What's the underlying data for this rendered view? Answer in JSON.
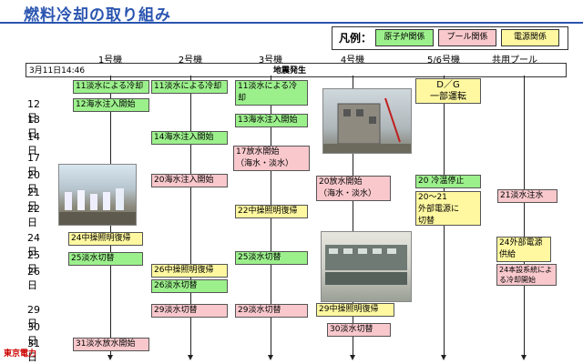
{
  "title": "燃料冷却の取り組み",
  "legend": {
    "label": "凡例：",
    "items": [
      {
        "label": "原子炉関係",
        "color": "#9cf08c"
      },
      {
        "label": "プール関係",
        "color": "#f8c8cc"
      },
      {
        "label": "電源関係",
        "color": "#fff8a0"
      }
    ]
  },
  "columns": [
    "1号機",
    "2号機",
    "3号機",
    "4号機",
    "5/6号機",
    "共用プール"
  ],
  "start_date": "3月11日14:46",
  "quake": "地震発生",
  "days": [
    "12日",
    "13日",
    "14日",
    "17日",
    "20日",
    "21日",
    "22日",
    "24日",
    "25日",
    "26日",
    "29日",
    "30日",
    "31日"
  ],
  "events": {
    "u1_1": "11淡水による冷却",
    "u1_2": "12海水注入開始",
    "u1_3": "24中操照明復帰",
    "u1_4": "25淡水切替",
    "u1_5": "31淡水放水開始",
    "u2_1": "11淡水による冷却",
    "u2_2": "14海水注入開始",
    "u2_3": "20海水注入開始",
    "u2_4": "26中操照明復帰",
    "u2_5": "26淡水切替",
    "u2_6": "29淡水切替",
    "u3_1": "11淡水による冷却",
    "u3_2": "13海水注入開始",
    "u3_3": "17放水開始\n（海水・淡水）",
    "u3_4": "22中操照明復帰",
    "u3_5": "25淡水切替",
    "u3_6": "29淡水切替",
    "u4_1": "20放水開始\n（海水・淡水）",
    "u4_2": "29中操照明復帰",
    "u4_3": "30淡水切替",
    "u56_1": "D／G\n一部運転",
    "u56_2": "20 冷温停止",
    "u56_3": "20～21\n外部電源に\n切替",
    "cp_1": "21淡水注水",
    "cp_2": "24外部電源\n供給",
    "cp_3": "24本設系統による冷却開始"
  },
  "logo": "東京電力"
}
